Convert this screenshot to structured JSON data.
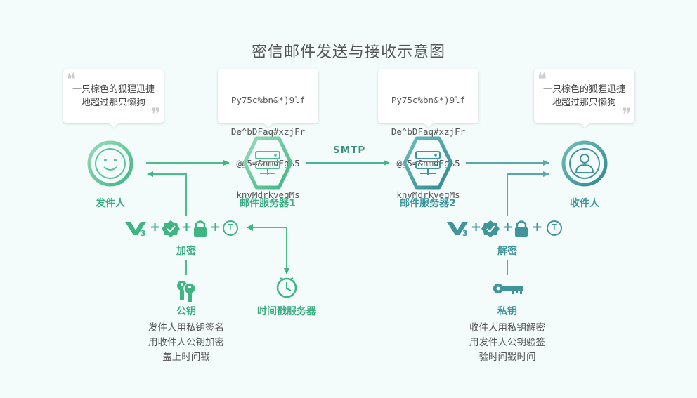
{
  "title": "密信邮件发送与接收示意图",
  "sender": {
    "label": "发件人",
    "message_line1": "一只棕色的狐狸迅捷",
    "message_line2": "地超过那只懒狗"
  },
  "server1": {
    "label": "邮件服务器1",
    "cipher_lines": [
      "Py75c%bn&*)9lf",
      "De^bDFaq#xzjFr",
      "@g5=&nmdFg$5",
      "knvMdrkvegMs"
    ]
  },
  "protocol": "SMTP",
  "server2": {
    "label": "邮件服务器2",
    "cipher_lines": [
      "Py75c%bn&*)9lf",
      "De^bDFaq#xzjFr",
      "@g5=&nmdFg$5",
      "knvMdrkvegMs"
    ]
  },
  "receiver": {
    "label": "收件人",
    "message_line1": "一只棕色的狐狸迅捷",
    "message_line2": "地超过那只懒狗"
  },
  "encrypt": {
    "label": "加密",
    "v3_sub": "3",
    "t_letter": "T",
    "plus": "+",
    "key_label": "公钥",
    "desc": [
      "发件人用私钥签名",
      "用收件人公钥加密",
      "盖上时间戳"
    ]
  },
  "timestamp_server": {
    "label": "时间戳服务器"
  },
  "decrypt": {
    "label": "解密",
    "v3_sub": "3",
    "t_letter": "T",
    "plus": "+",
    "key_label": "私钥",
    "desc": [
      "收件人用私钥解密",
      "用发件人公钥验签",
      "验时间戳时间"
    ]
  },
  "colors": {
    "green": "#3aac82",
    "teal": "#3f9599",
    "light_green": "#7fd1b0",
    "light_teal": "#8cc8c8"
  }
}
